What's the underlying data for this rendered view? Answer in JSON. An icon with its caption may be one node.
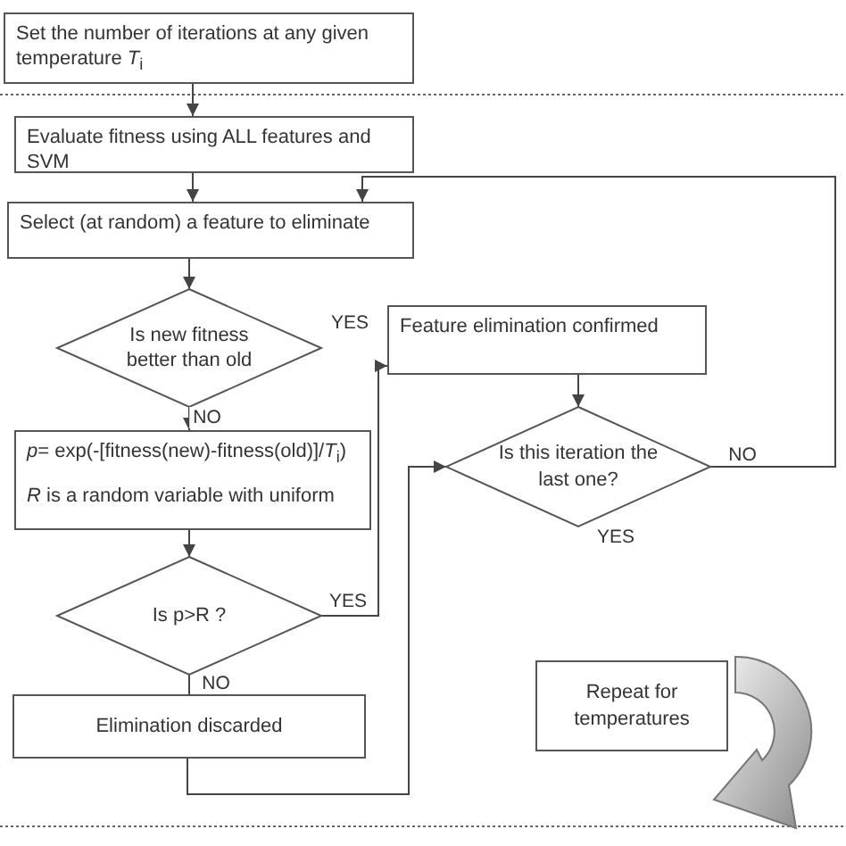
{
  "diagram": {
    "nodes": [
      {
        "text": [
          "Set the number of iterations at any given temperature *T*$_{i}$"
        ]
      },
      {
        "text": [
          "Evaluate fitness using ALL features and SVM"
        ]
      },
      {
        "text": [
          "Select (at random) a feature to eliminate"
        ]
      },
      {
        "text": [
          "Is new fitness better than old"
        ],
        "beside": [
          "YES"
        ]
      },
      {
        "text": [
          "*p*= exp(-[fitness(new)-fitness(old)]/*T*$_{i}$)",
          "*R* is a random variable with uniform"
        ]
      },
      {
        "text": [
          "Is p>R ?"
        ]
      },
      {
        "text": [
          "Elimination discarded"
        ]
      },
      {
        "text": [
          "Feature elimination confirmed"
        ]
      },
      {
        "text": [
          "Is this iteration the last one?"
        ],
        "beside": [
          "YES"
        ]
      },
      {
        "text": [
          "Repeat for temperatures"
        ]
      }
    ],
    "edges": [
      {
        "from": 0,
        "to": 1,
        "arrow": "to"
      },
      {
        "from": 1,
        "to": 2,
        "arrow": "to"
      },
      {
        "from": 2,
        "to": 3,
        "arrow": "to"
      },
      {
        "from": 3,
        "to": 4,
        "arrow": "to",
        "label": "NO"
      },
      {
        "from": 4,
        "to": 5,
        "arrow": "to"
      },
      {
        "from": 5,
        "to": 6,
        "arrow": "none",
        "label": "NO"
      },
      {
        "from": 5,
        "to": 7,
        "arrow": "to",
        "label": "YES"
      },
      {
        "from": 7,
        "to": 8,
        "arrow": "to"
      },
      {
        "from": 8,
        "to": 2,
        "arrow": "to",
        "label": "NO"
      },
      {
        "from": 6,
        "to": 8,
        "arrow": "to"
      }
    ]
  }
}
